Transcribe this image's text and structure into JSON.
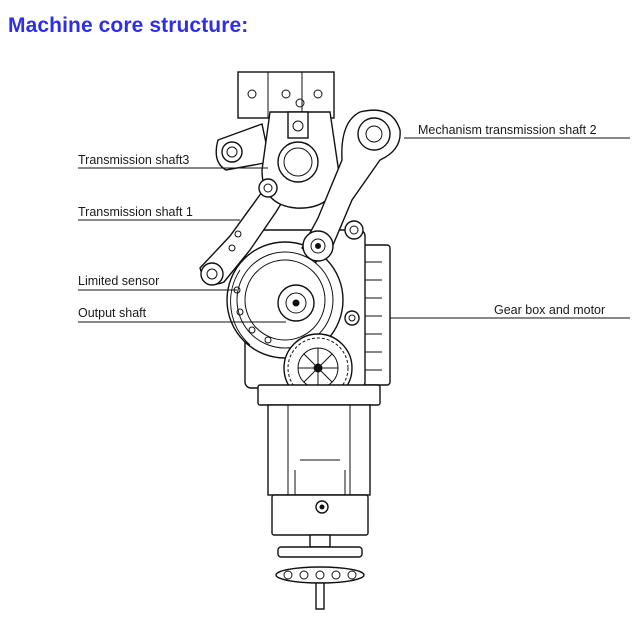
{
  "title": "Machine core structure:",
  "labels": {
    "mechanism_shaft_2": "Mechanism transmission shaft 2",
    "transmission_shaft_3": "Transmission shaft3",
    "transmission_shaft_1": "Transmission shaft 1",
    "limited_sensor": "Limited sensor",
    "output_shaft": "Output shaft",
    "gear_box_motor": "Gear box and motor"
  },
  "colors": {
    "title": "#2e2ee6",
    "lines": "#111111"
  }
}
